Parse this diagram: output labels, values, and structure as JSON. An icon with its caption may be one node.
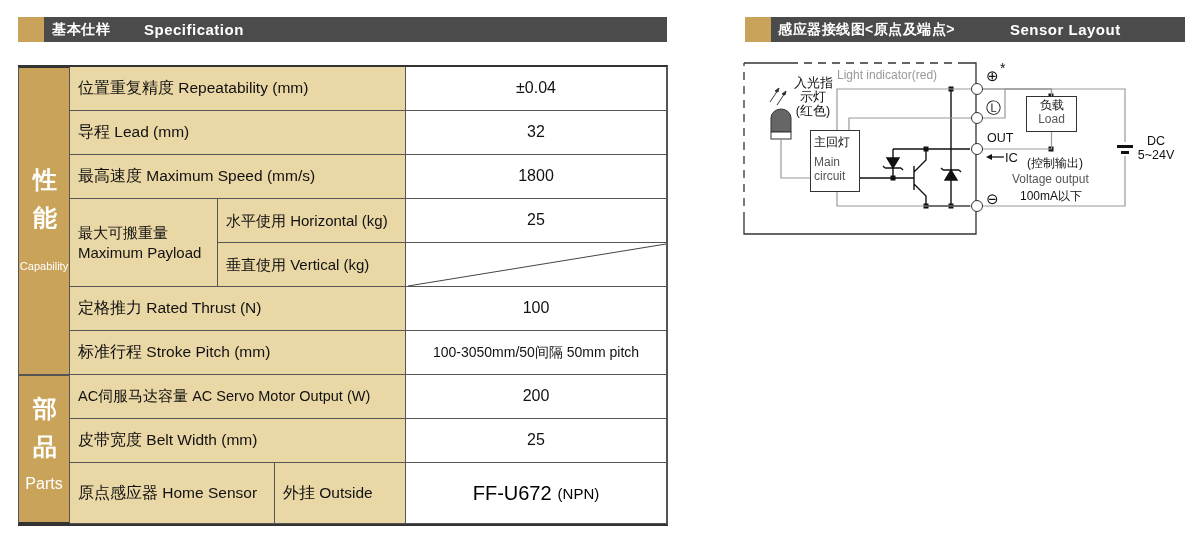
{
  "diagram": {
    "nodes": [
      {
        "text": [],
        "shape": "lamp",
        "beside": [
          "入光指示灯(红色)"
        ]
      },
      {
        "text": [
          "主回灯",
          "Main circuit"
        ]
      },
      {
        "text": [],
        "shape": "circle",
        "beside": [
          "⊕"
        ]
      },
      {
        "text": [],
        "shape": "circle",
        "beside": [
          "Ⓛ"
        ]
      },
      {
        "text": [],
        "shape": "circle",
        "beside": [
          "OUT"
        ]
      },
      {
        "text": [],
        "shape": "circle",
        "beside": [
          "⊖"
        ]
      },
      {
        "text": [
          "负载",
          "Load"
        ]
      },
      {
        "text": [],
        "shape": "battery",
        "beside": [
          "DC 5~24V"
        ]
      }
    ],
    "edges": [
      {
        "from": 1,
        "to": 0,
        "arrow": "none"
      },
      {
        "from": 1,
        "to": 2,
        "arrow": "none"
      },
      {
        "from": 1,
        "to": 3,
        "arrow": "none"
      },
      {
        "from": 1,
        "to": 5,
        "arrow": "none"
      },
      {
        "from": 2,
        "to": 6,
        "arrow": "none"
      },
      {
        "from": 3,
        "to": 6,
        "arrow": "none"
      },
      {
        "from": 6,
        "to": 4,
        "arrow": "none"
      },
      {
        "from": 2,
        "to": 7,
        "arrow": "none"
      },
      {
        "from": 5,
        "to": 7,
        "arrow": "none"
      }
    ],
    "labels": [
      "基本仕样",
      "Specification",
      "感应器接线图<原点及端点>",
      "Sensor Layout",
      "性能",
      "Capability",
      "位置重复精度 Repeatability (mm)",
      "±0.04",
      "导程 Lead (mm)",
      "32",
      "最高速度 Maximum Speed (mm/s)",
      "1800",
      "最大可搬重量 Maximum Payload",
      "水平使用 Horizontal (kg)",
      "25",
      "垂直使用 Vertical (kg)",
      "定格推力 Rated Thrust (N)",
      "100",
      "标准行程 Stroke Pitch (mm)",
      "100-3050mm/50间隔 50mm pitch",
      "部品",
      "Parts",
      "AC伺服马达容量 AC Servo Motor Output (W)",
      "200",
      "皮带宽度 Belt Width (mm)",
      "25",
      "原点感应器 Home Sensor",
      "外挂 Outside",
      "FF-U672",
      "(NPN)",
      "Light indicator(red)",
      "*",
      "IC",
      "(控制输出)",
      "Voltage output",
      "100mA以下"
    ]
  }
}
